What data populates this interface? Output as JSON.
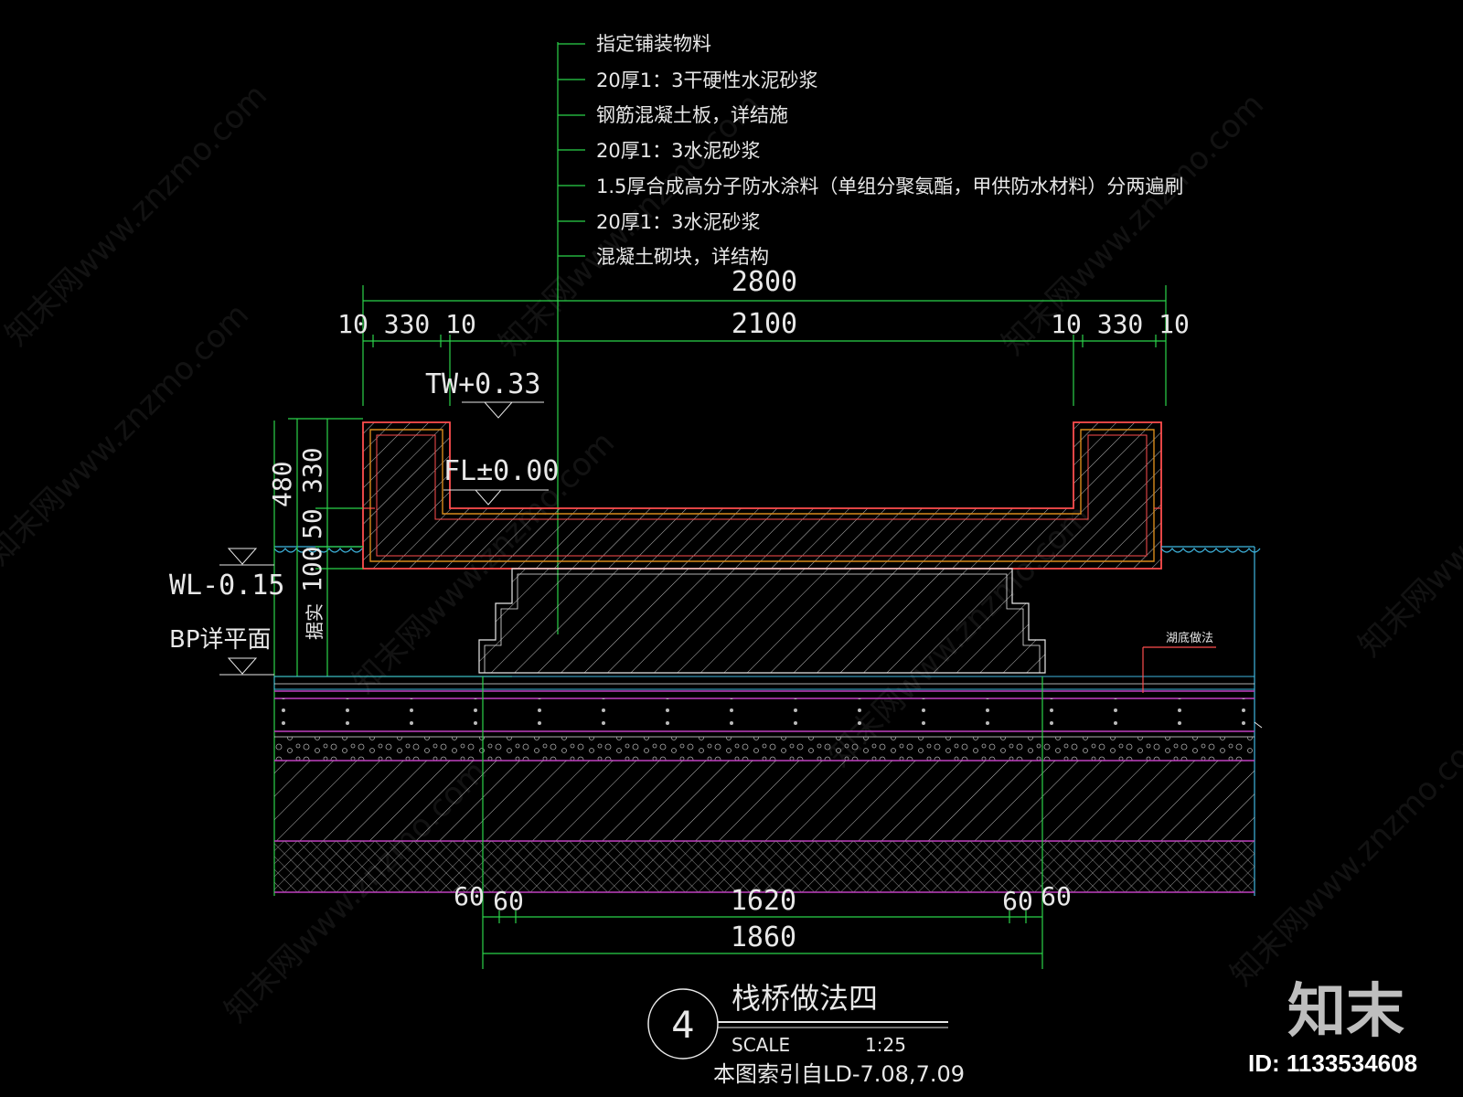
{
  "notes": [
    "指定铺装物料",
    "20厚1：3干硬性水泥砂浆",
    "钢筋混凝土板，详结施",
    "20厚1：3水泥砂浆",
    "1.5厚合成高分子防水涂料（单组分聚氨酯，甲供防水材料）分两遍刷",
    "20厚1：3水泥砂浆",
    "混凝土砌块，详结构"
  ],
  "dims_top": {
    "overall": "2800",
    "middle": "2100",
    "left_group": "10 330 10",
    "right_group": "10 330 10"
  },
  "dims_left": {
    "total": "480",
    "d1": "330",
    "d2": "50",
    "d3": "100",
    "d4": "据实"
  },
  "levels": {
    "tw": "TW+0.33",
    "fl": "FL±0.00",
    "wl": "WL-0.15",
    "bp": "BP详平面"
  },
  "callout": "湖底做法",
  "dims_bottom": {
    "a": "60",
    "b": "60",
    "middle": "1620",
    "c": "60",
    "d": "60",
    "overall": "1860"
  },
  "title_block": {
    "number": "4",
    "title": "栈桥做法四",
    "scale_label": "SCALE",
    "scale_value": "1:25",
    "reference": "本图索引自LD-7.08,7.09"
  },
  "brand": {
    "logo_text": "知末",
    "id_text": "ID: 1133534608",
    "watermark": "知末网www.znzmo.com"
  },
  "colors": {
    "dimension": "#2bd34a",
    "section_outline": "#ff4e4e",
    "membrane": "#d88a1a",
    "layer_line": "#c040c0",
    "hatch": "#d0d0d0",
    "water": "#3fb6e0"
  }
}
